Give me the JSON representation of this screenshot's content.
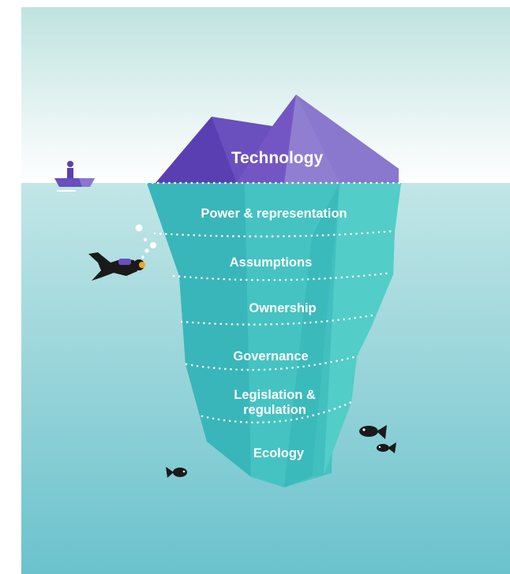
{
  "diagram": {
    "top": {
      "label": "Technology"
    },
    "layers": [
      {
        "label": "Power & representation"
      },
      {
        "label": "Assumptions"
      },
      {
        "label": "Ownership"
      },
      {
        "label": "Governance"
      },
      {
        "label": "Legislation &",
        "label2": "regulation"
      },
      {
        "label": "Ecology"
      }
    ]
  },
  "colors": {
    "sky_top": "#bfe3e0",
    "sky_horizon": "#ffffff",
    "water_top": "#bfe4e4",
    "water_bottom": "#6cc3ce",
    "ice_above_dark": "#5b3fb5",
    "ice_above_mid": "#7a5cc9",
    "ice_above_light": "#8f7bd0",
    "ice_below_main": "#3dbdbf",
    "ice_below_light": "#4ccbc7",
    "ice_below_dark": "#2faeb3",
    "silhouette": "#1a1a1a"
  }
}
